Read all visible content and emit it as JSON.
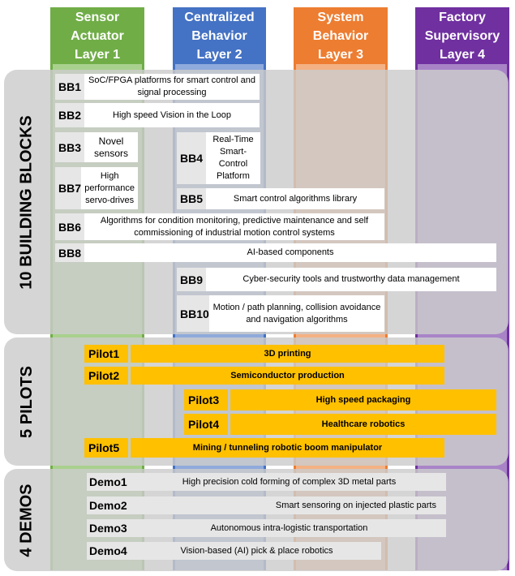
{
  "colors": {
    "layer1": "#70ad47",
    "layer2": "#4472c4",
    "layer3": "#ed7d31",
    "layer4": "#7030a0",
    "pilot": "#ffc000",
    "section": "#cccccc"
  },
  "layers": [
    {
      "line1": "Sensor",
      "line2": "Actuator",
      "line3": "Layer 1"
    },
    {
      "line1": "Centralized",
      "line2": "Behavior",
      "line3": "Layer 2"
    },
    {
      "line1": "System",
      "line2": "Behavior",
      "line3": "Layer 3"
    },
    {
      "line1": "Factory",
      "line2": "Supervisory",
      "line3": "Layer 4"
    }
  ],
  "sections": {
    "building_blocks": "10 BUILDING BLOCKS",
    "pilots": "5 PILOTS",
    "demos": "4 DEMOS"
  },
  "building_blocks": {
    "bb1": {
      "id": "BB1",
      "text": "SoC/FPGA platforms for smart control and signal processing"
    },
    "bb2": {
      "id": "BB2",
      "text": "High speed Vision in the Loop"
    },
    "bb3": {
      "id": "BB3",
      "text": "Novel sensors"
    },
    "bb4": {
      "id": "BB4",
      "text": "Real-Time Smart-Control Platform"
    },
    "bb7": {
      "id": "BB7",
      "text": "High performance servo-drives"
    },
    "bb5": {
      "id": "BB5",
      "text": "Smart control algorithms library"
    },
    "bb6": {
      "id": "BB6",
      "text": "Algorithms for condition monitoring, predictive maintenance and self commissioning of industrial motion control systems"
    },
    "bb8": {
      "id": "BB8",
      "text": "AI-based components"
    },
    "bb9": {
      "id": "BB9",
      "text": "Cyber-security tools and trustworthy data management"
    },
    "bb10": {
      "id": "BB10",
      "text": "Motion / path planning, collision avoidance and navigation algorithms"
    }
  },
  "pilots": {
    "p1": {
      "id": "Pilot1",
      "text": "3D printing"
    },
    "p2": {
      "id": "Pilot2",
      "text": "Semiconductor production"
    },
    "p3": {
      "id": "Pilot3",
      "text": "High speed packaging"
    },
    "p4": {
      "id": "Pilot4",
      "text": "Healthcare robotics"
    },
    "p5": {
      "id": "Pilot5",
      "text": "Mining / tunneling robotic boom manipulator"
    }
  },
  "demos": {
    "d1": {
      "id": "Demo1",
      "text": "High precision cold forming of complex 3D metal parts"
    },
    "d2": {
      "id": "Demo2",
      "text": "Smart sensoring on injected plastic parts"
    },
    "d3": {
      "id": "Demo3",
      "text": "Autonomous intra-logistic transportation"
    },
    "d4": {
      "id": "Demo4",
      "text": "Vision-based (AI) pick & place robotics"
    }
  }
}
